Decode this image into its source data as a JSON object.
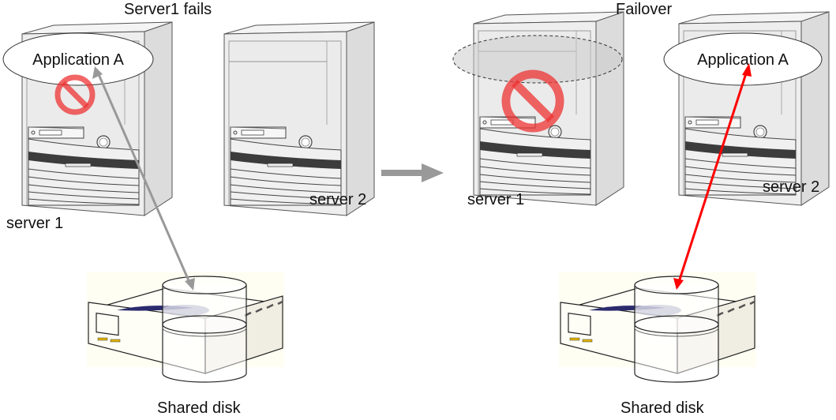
{
  "panels": [
    {
      "caption": "Server1  fails",
      "servers": [
        {
          "label": "server 1",
          "status": "failed",
          "application": "Application A"
        },
        {
          "label": "server 2",
          "status": "standby",
          "application": null
        }
      ],
      "disk_label": "Shared disk",
      "connection": {
        "from": "server 1",
        "to": "Shared disk",
        "color": "#999999",
        "style": "gray-bidirectional"
      }
    },
    {
      "caption": "Failover",
      "servers": [
        {
          "label": "server 1",
          "status": "failed",
          "application": "(ghost)"
        },
        {
          "label": "server 2",
          "status": "active",
          "application": "Application A"
        }
      ],
      "disk_label": "Shared disk",
      "connection": {
        "from": "server 2",
        "to": "Shared disk",
        "color": "#ff0000",
        "style": "red-bidirectional"
      }
    }
  ],
  "transition_arrow": {
    "meaning": "next-state",
    "color": "#999999"
  },
  "colors": {
    "prohibit": "#ee3333",
    "server_face": "#eeeeee",
    "server_side": "#dcdcdc",
    "disk_body": "#fffef5",
    "disk_slot": "#2a2a6e",
    "disk_led": "#e6b800"
  }
}
